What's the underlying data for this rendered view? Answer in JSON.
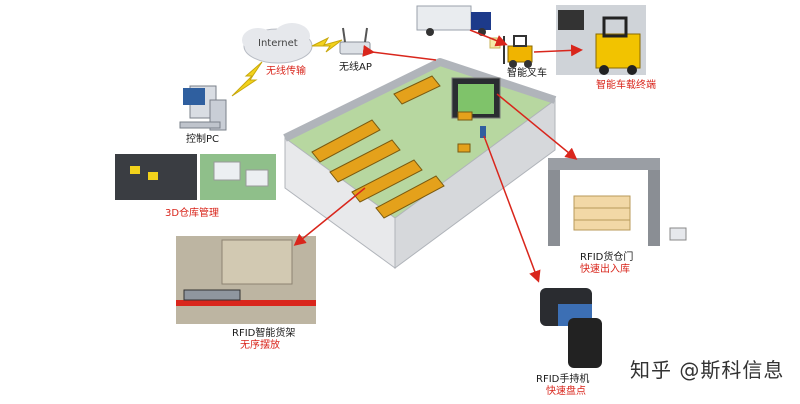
{
  "labels": {
    "internet": "Internet",
    "wireless_transfer": "无线传输",
    "wireless_ap": "无线AP",
    "smart_forklift": "智能叉车",
    "vehicle_terminal": "智能车载终端",
    "control_pc": "控制PC",
    "warehouse_3d": "3D仓库管理",
    "rfid_gate": "RFID货仓门",
    "rfid_gate_sub": "快速出入库",
    "rfid_shelf": "RFID智能货架",
    "rfid_shelf_sub": "无序摆放",
    "rfid_handheld": "RFID手持机",
    "rfid_handheld_sub": "快速盘点"
  },
  "watermark": "知乎 @斯科信息",
  "colors": {
    "accent": "#d9261c",
    "floor": "#b7d7a0",
    "shelf": "#e4a11b",
    "lightning": "#f2d21b"
  }
}
